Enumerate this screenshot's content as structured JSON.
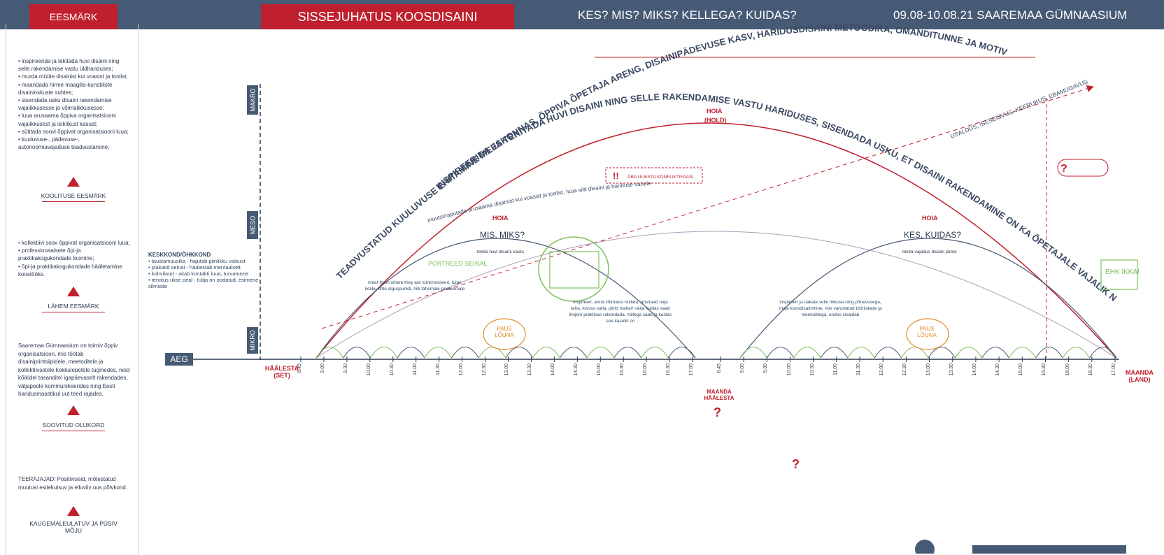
{
  "header": {
    "goal_tab": "EESMÄRK",
    "title_tab": "SISSEJUHATUS KOOSDISAINI",
    "questions": "KES? MIS? MIKS? KELLEGA? KUIDAS?",
    "date_place": "09.08-10.08.21  SAAREMAA GÜMNAASIUM"
  },
  "left_panel": {
    "training_goals": [
      "• inspireerida ja tekitada huvi disaini ning selle rakendamise vastu üldhariduses;",
      "• murda müüte disainist kui voasist ja toolist;",
      "• maandada hirme maagilis-kunstiliste disainioskuste suhtes;",
      "• sisendada usku disaini rakendamise vajalikkusesse ja võimalikkusesse;",
      "• luua arusaama õppiva organisatsiooni vajalikkusest ja isiklikust kasust;",
      "• sütitada soovi õppivat organisatsiooni luua;",
      "• kuuluvuse-, pädevuse-, autonoomiavajaduse teadvustamine;"
    ],
    "training_goal_label": "KOOLITUSE EESMÄRK",
    "near_goals": [
      "• kollektiivi soov õppivat organisatsiooni luua;",
      "• professionaalsete õpi-ja praktikakogukondade loomine;",
      "• õpi-ja praktikakogukondade hääletamine koostööks."
    ],
    "near_goal_label": "LÄHEM EESMÄRK",
    "desired_text": "Saaremaa Gümnaasium on toimiv õppiv organisatsioon, mis töötab disainiprintsiipidele, meetoditele ja kollektiivsetele kokkulepetele tuginedes, neid kõikidel tasanditel igapäevaselt rakendades, väljapoole kommunikeerides ning Eesti haridusmaastikul uut teed rajades.",
    "desired_label": "SOOVITUD OLUKORD",
    "long_term_text": "TEERAJAJAD! Positiivseid, mõtestatud muutusi esilekutsuv ja elluviiv uus põlvkond.",
    "long_term_label": "KAUGEMALEULATUV JA PÜSIV MÕJU"
  },
  "axis": {
    "makro": "MAKRO",
    "meso": "MESO",
    "mikro": "MIKRO",
    "aeg": "AEG"
  },
  "diagram": {
    "outer_arc_text": "TEADVUSTATUD KUULUVUSE EHITAMINE MEESKONNAS, ÕPPIVA ÕPETAJA ARENG, DISAINIPÄDEVUSE KASV, HARIDUSDISAINI METOODIKA, OMANDITUNNE JA MOTIVATSIOON",
    "inner_arc_text": "INSPIREERIDA JA TEKITADA HUVI DISAINI NING SELLE RAKENDAMISE VASTU HARIDUSES,  SISENDADA USKU, ET DISAINI RAKENDAMINE ON KA ÕPETAJALE VAJALIK NING VÕIMALIK",
    "trust_text": "USALDUS, ISESEISVUS, KEERUKUS, EBAMUGAVUS",
    "hold_top": "HOIA",
    "hold_top_en": "(HOLD)",
    "conflict_note": "ÄRA UUESTA KONFLIKTIFAASI",
    "meso_arc_text": "muutsi/raputada arusaama disainist kui voasist ja toolist, luua sild disaini ja hariduse vahele",
    "hoia_left": "HOIA",
    "hoia_right": "HOIA",
    "mis_miks": "MIS, MIKS?",
    "mis_miks_sub": "tekita huvi disaini vastu",
    "kes_kuidas": "KES, KUIDAS?",
    "kes_kuidas_sub": "tekita vajadus disaini järele",
    "day1_center": "inspireeri, anna võimalus hullata, püsiraad naja teha, loovus valla, piirid maha!! näita kuidas saab ilmjem praktikas rakendada, millega saab ja kuidas see kasulik on",
    "day1_left": "meet them where they are sünkroniseeri, tulge kokku ühte alguspunkti, hiili lähemale peateemale",
    "day2_center": "inspireeri ja nakata selle rikkuse ning põnevusega, mida koosdisainimine, mis varustatud tööriistade ja meetoditega, endos sisaldab",
    "paus1": "PAUS LÕUNA",
    "paus2": "PAUS LÕUNA",
    "start_label": "HÄÄLESTA (SET)",
    "mid_label": "MAANDA HÄÄLESTA",
    "end_label": "MAANDA (LAND)",
    "times": [
      "8.45",
      "9.00",
      "9.30",
      "10.00",
      "10.30",
      "11.00",
      "11.30",
      "12.00",
      "12.30",
      "13.00",
      "13.30",
      "14.00",
      "14.30",
      "15.00",
      "15.30",
      "16.00",
      "16.30",
      "17.00",
      "8.45",
      "9.00",
      "9.30",
      "10.00",
      "10.30",
      "11.00",
      "11.30",
      "12.00",
      "12.30",
      "13.00",
      "13.30",
      "14.00",
      "14.30",
      "15.00",
      "15.30",
      "16.00",
      "16.30",
      "17.00"
    ],
    "context_title": "KESKKOND/ÕHKKOND",
    "context_items": [
      "• taustamuusika - hajutab piinlikku vaikust",
      "• plakatid seinal - häälestab mentaalselt",
      "• kohvilaud - aitab kontakti luua, turvatunne",
      "• tervitus ukse peal - tulija on oodatud, esimene silmside"
    ],
    "handwritten": [
      "PORTREED SEINAL",
      "EHK IKKA!",
      "PAUS"
    ]
  },
  "colors": {
    "navy": "#465a75",
    "red": "#c0202d",
    "green": "#7cc05a",
    "text": "#2c3a4d"
  }
}
